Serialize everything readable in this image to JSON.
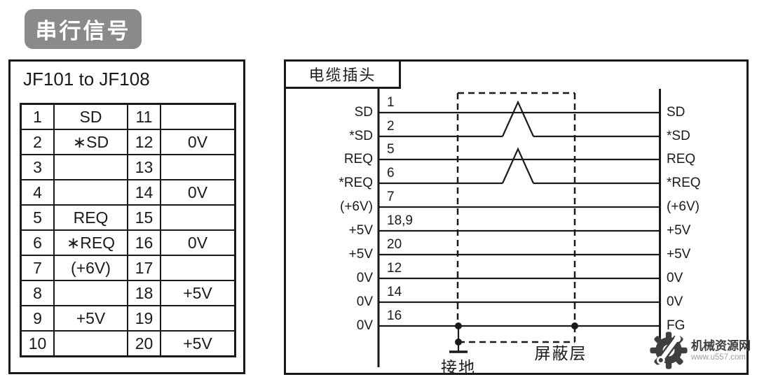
{
  "badge": {
    "label": "串行信号"
  },
  "left_panel": {
    "title": "JF101 to JF108",
    "table": {
      "rows": [
        [
          "1",
          "SD",
          "11",
          ""
        ],
        [
          "2",
          "∗SD",
          "12",
          "0V"
        ],
        [
          "3",
          "",
          "13",
          ""
        ],
        [
          "4",
          "",
          "14",
          "0V"
        ],
        [
          "5",
          "REQ",
          "15",
          ""
        ],
        [
          "6",
          "∗REQ",
          "16",
          "0V"
        ],
        [
          "7",
          "(+6V)",
          "17",
          ""
        ],
        [
          "8",
          "",
          "18",
          "+5V"
        ],
        [
          "9",
          "+5V",
          "19",
          ""
        ],
        [
          "10",
          "",
          "20",
          "+5V"
        ]
      ]
    }
  },
  "diagram": {
    "connector_label": "电缆插头",
    "wires": [
      {
        "pin": "1",
        "left": "SD",
        "right": "SD"
      },
      {
        "pin": "2",
        "left": "*SD",
        "right": "*SD"
      },
      {
        "pin": "5",
        "left": "REQ",
        "right": "REQ"
      },
      {
        "pin": "6",
        "left": "*REQ",
        "right": "*REQ"
      },
      {
        "pin": "7",
        "left": "(+6V)",
        "right": "(+6V)"
      },
      {
        "pin": "18,9",
        "left": "+5V",
        "right": "+5V"
      },
      {
        "pin": "20",
        "left": "+5V",
        "right": "+5V"
      },
      {
        "pin": "12",
        "left": "0V",
        "right": "0V"
      },
      {
        "pin": "14",
        "left": "0V",
        "right": "0V"
      },
      {
        "pin": "16",
        "left": "0V",
        "right": "FG"
      }
    ],
    "ground_label": "接地",
    "shield_label": "屏蔽层"
  },
  "watermark": {
    "site_name": "机械资源网",
    "site_url": "www.u557.com"
  },
  "colors": {
    "badge_bg": "#8a8a8a",
    "line": "#1a1a1a",
    "watermark_text": "#3d3d3d",
    "watermark_url": "#9aa0a0"
  }
}
